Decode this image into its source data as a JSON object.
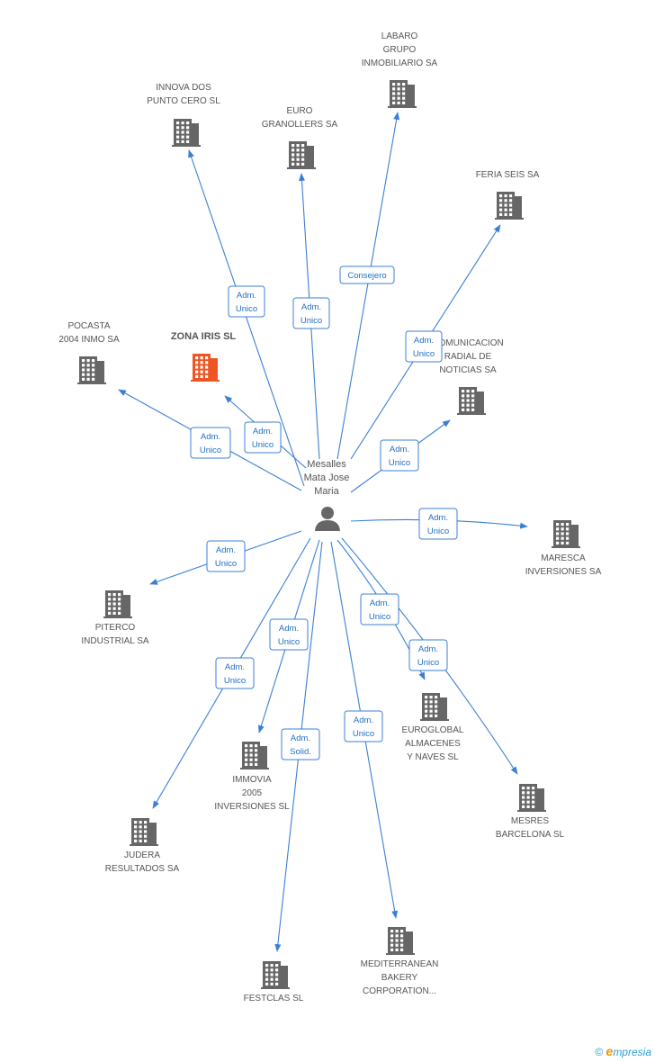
{
  "person": {
    "name_lines": [
      "Mesalles",
      "Mata Jose",
      "Maria"
    ]
  },
  "companies": [
    {
      "id": "labaro",
      "name_lines": [
        "LABARO",
        "GRUPO",
        "INMOBILIARIO SA"
      ],
      "highlight": false
    },
    {
      "id": "innova",
      "name_lines": [
        "INNOVA DOS",
        "PUNTO CERO SL"
      ],
      "highlight": false
    },
    {
      "id": "euro",
      "name_lines": [
        "EURO",
        "GRANOLLERS SA"
      ],
      "highlight": false
    },
    {
      "id": "feria",
      "name_lines": [
        "FERIA SEIS SA"
      ],
      "highlight": false
    },
    {
      "id": "pocasta",
      "name_lines": [
        "POCASTA",
        "2004 INMO SA"
      ],
      "highlight": false
    },
    {
      "id": "zona",
      "name_lines": [
        "ZONA IRIS SL"
      ],
      "highlight": true
    },
    {
      "id": "comunicacion",
      "name_lines": [
        "COMUNICACION",
        "RADIAL DE",
        "NOTICIAS SA"
      ],
      "highlight": false
    },
    {
      "id": "maresca",
      "name_lines": [
        "MARESCA",
        "INVERSIONES SA"
      ],
      "highlight": false
    },
    {
      "id": "piterco",
      "name_lines": [
        "PITERCO",
        "INDUSTRIAL SA"
      ],
      "highlight": false
    },
    {
      "id": "euroglobal",
      "name_lines": [
        "EUROGLOBAL",
        "ALMACENES",
        "Y NAVES SL"
      ],
      "highlight": false
    },
    {
      "id": "immovia",
      "name_lines": [
        "IMMOVIA",
        "2005",
        "INVERSIONES SL"
      ],
      "highlight": false
    },
    {
      "id": "mesres",
      "name_lines": [
        "MESRES",
        "BARCELONA SL"
      ],
      "highlight": false
    },
    {
      "id": "judera",
      "name_lines": [
        "JUDERA",
        "RESULTADOS SA"
      ],
      "highlight": false
    },
    {
      "id": "mediterranean",
      "name_lines": [
        "MEDITERRANEAN",
        "BAKERY",
        "CORPORATION..."
      ],
      "highlight": false
    },
    {
      "id": "festclas",
      "name_lines": [
        "FESTCLAS SL"
      ],
      "highlight": false
    }
  ],
  "relations": [
    {
      "to": "labaro",
      "role_lines": [
        "Consejero"
      ]
    },
    {
      "to": "innova",
      "role_lines": [
        "Adm.",
        "Unico"
      ]
    },
    {
      "to": "euro",
      "role_lines": [
        "Adm.",
        "Unico"
      ]
    },
    {
      "to": "feria",
      "role_lines": [
        "Adm.",
        "Unico"
      ]
    },
    {
      "to": "pocasta",
      "role_lines": [
        "Adm.",
        "Unico"
      ]
    },
    {
      "to": "zona",
      "role_lines": [
        "Adm.",
        "Unico"
      ]
    },
    {
      "to": "comunicacion",
      "role_lines": [
        "Adm.",
        "Unico"
      ]
    },
    {
      "to": "maresca",
      "role_lines": [
        "Adm.",
        "Unico"
      ]
    },
    {
      "to": "piterco",
      "role_lines": [
        "Adm.",
        "Unico"
      ]
    },
    {
      "to": "euroglobal",
      "role_lines": [
        "Adm.",
        "Unico"
      ]
    },
    {
      "to": "immovia",
      "role_lines": [
        "Adm.",
        "Unico"
      ]
    },
    {
      "to": "mesres",
      "role_lines": [
        "Adm.",
        "Unico"
      ]
    },
    {
      "to": "judera",
      "role_lines": [
        "Adm.",
        "Unico"
      ]
    },
    {
      "to": "mediterranean",
      "role_lines": [
        "Adm.",
        "Unico"
      ]
    },
    {
      "to": "festclas",
      "role_lines": [
        "Adm.",
        "Solid."
      ]
    }
  ],
  "colors": {
    "edge": "#3b7fd4",
    "building": "#666666",
    "highlight": "#ee5522",
    "person": "#666666"
  },
  "icons": {
    "company": "building-icon",
    "person": "person-icon",
    "copyright": "copyright-icon"
  },
  "footer": {
    "copyright": "©",
    "brand_initial": "e",
    "brand_rest": "mpresia"
  }
}
